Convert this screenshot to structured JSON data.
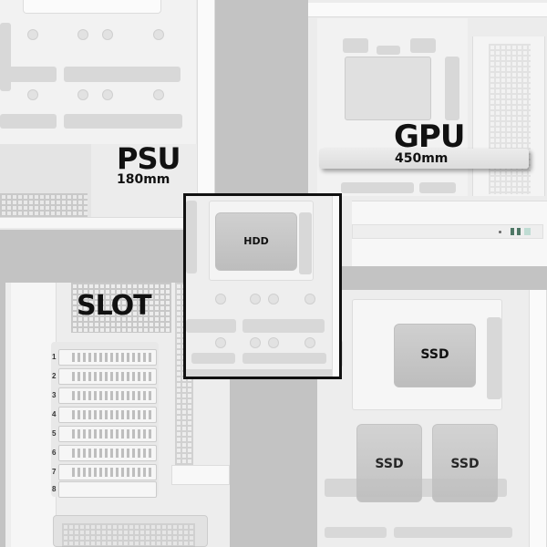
{
  "collage": {
    "background_color": "#c3c3c3",
    "panels": [
      {
        "id": "psu",
        "title": "PSU",
        "subtitle": "180mm"
      },
      {
        "id": "gpu",
        "title": "GPU",
        "subtitle": "450mm"
      },
      {
        "id": "hdd",
        "title": "HDD"
      },
      {
        "id": "slot",
        "title": "SLOT"
      },
      {
        "id": "ssd",
        "labels": [
          "SSD",
          "SSD",
          "SSD"
        ]
      }
    ]
  },
  "psu": {
    "title": "PSU",
    "length": "180mm"
  },
  "gpu": {
    "title": "GPU",
    "length": "450mm"
  },
  "hdd": {
    "label": "HDD",
    "highlight_border_color": "#111111"
  },
  "slot": {
    "title": "SLOT",
    "slot_numbers": [
      "1",
      "2",
      "3",
      "4",
      "5",
      "6",
      "7",
      "8"
    ]
  },
  "ssd": {
    "top": "SSD",
    "bottom_left": "SSD",
    "bottom_right": "SSD"
  }
}
